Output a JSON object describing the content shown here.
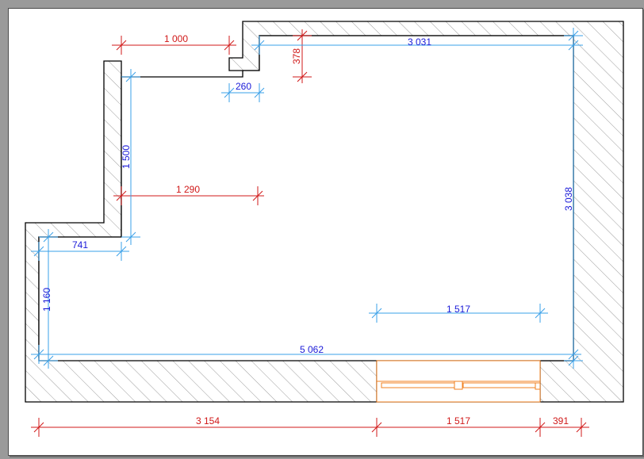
{
  "colors": {
    "background": "#9a9a9a",
    "sheet": "#ffffff",
    "wall_outline": "#000000",
    "hatch": "#9c9c9c",
    "outer_dimension": "#d01818",
    "inner_dimension": "#1a1ad8",
    "inner_dimension_line": "#3aa0e8",
    "window": "#f08020"
  },
  "dimensions": {
    "top_offset": "1 000",
    "notch_depth": "378",
    "notch_width": "260",
    "top_inner_width": "3 031",
    "left_upper_height": "1 500",
    "niche_depth": "1 290",
    "right_height": "3 038",
    "left_lower_width": "741",
    "left_lower_height": "1 160",
    "window_inner_width": "1 517",
    "bottom_inner_width": "5 062",
    "bottom_left_segment": "3 154",
    "bottom_window_segment": "1 517",
    "bottom_right_segment": "391"
  }
}
